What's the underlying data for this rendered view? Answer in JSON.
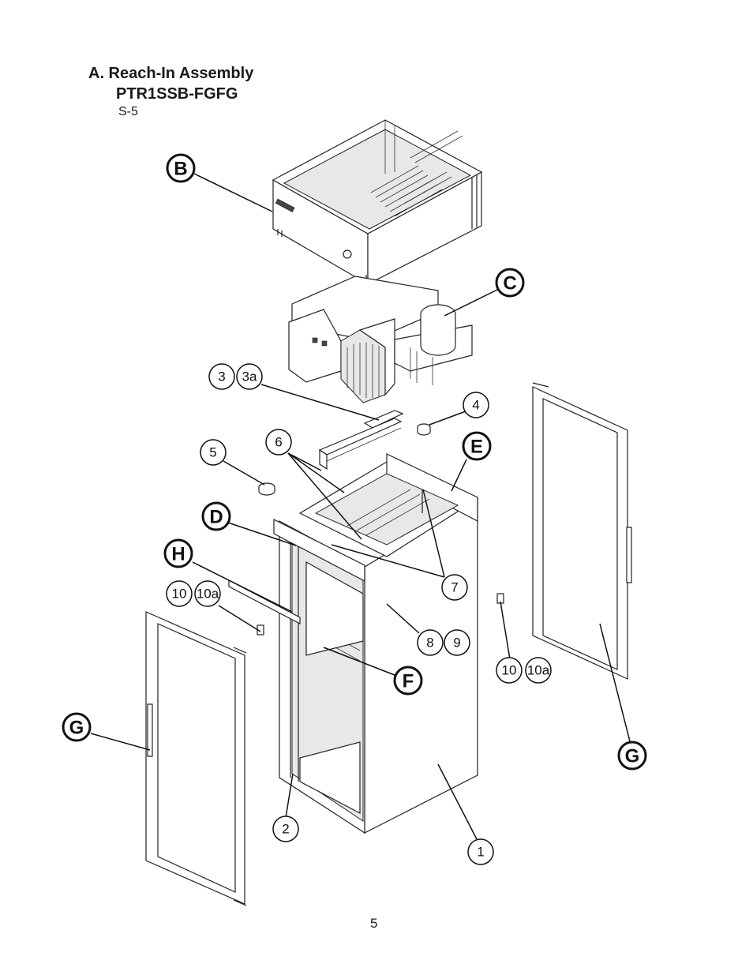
{
  "header": {
    "title": "A. Reach-In Assembly",
    "model": "PTR1SSB-FGFG",
    "sheet": "S-5"
  },
  "callouts": {
    "B": "B",
    "C": "C",
    "D": "D",
    "E": "E",
    "F": "F",
    "G_left": "G",
    "G_right": "G",
    "H": "H",
    "n1": "1",
    "n2": "2",
    "n3": "3",
    "n3a": "3a",
    "n4": "4",
    "n5": "5",
    "n6": "6",
    "n7": "7",
    "n8": "8",
    "n9": "9",
    "n10_left": "10",
    "n10a_left": "10a",
    "n10_right": "10",
    "n10a_right": "10a"
  },
  "footer": {
    "page_number": "5"
  }
}
